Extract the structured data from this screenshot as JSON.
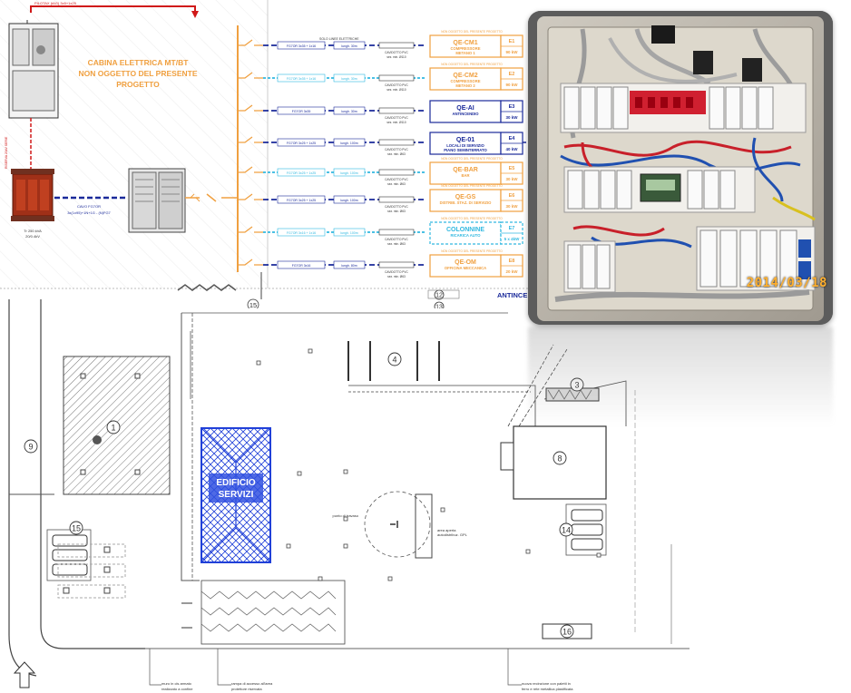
{
  "schema": {
    "top_line": "PILOTAX (tAG) 3x5+1x25",
    "cabin_title": [
      "CABINA ELETTRICA MT/BT",
      "NON OGGETTO DEL PRESENTE",
      "PROGETTO"
    ],
    "header_note": "SOLO LINEE ELETTRICHE",
    "transformer_label": [
      "Tr 250 kVA",
      "20/0.4kV"
    ],
    "riser_label": "RISERVA 20kV SERIE",
    "main_cable": [
      "CAVO FG7OR",
      "3x(1x95)+1N+1G - (N)FG7"
    ],
    "lines": [
      {
        "cable": "FG7OR 3x35 + 1x16",
        "length": "lungh. 30m",
        "conduit": [
          "CAVIDOTTO PVC",
          "sez. min. Ø110"
        ],
        "note": "NON OGGETTO DEL PRESENTE PROGETTO",
        "code": "QE-CM1",
        "desc1": "COMPRESSORE",
        "desc2": "METANO 1",
        "e": "E1",
        "kw": "90 kW",
        "style": "solid"
      },
      {
        "cable": "FG7OR 3x35 + 1x16",
        "length": "lungh. 30m",
        "conduit": [
          "CAVIDOTTO PVC",
          "sez. min. Ø110"
        ],
        "note": "NON OGGETTO DEL PRESENTE PROGETTO",
        "code": "QE-CM2",
        "desc1": "COMPRESSORE",
        "desc2": "METANO 2",
        "e": "E2",
        "kw": "90 kW",
        "style": "dashed"
      },
      {
        "cable": "FG7OR 3x35",
        "length": "lungh. 30m",
        "conduit": [
          "CAVIDOTTO PVC",
          "sez. min. Ø110"
        ],
        "note": "",
        "code": "QE-AI",
        "desc1": "ANTINCENDIO",
        "desc2": "",
        "e": "E3",
        "kw": "30 kW",
        "style": "solid"
      },
      {
        "cable": "FG7OR 3x25 + 1x25",
        "length": "lungh. 100m",
        "conduit": [
          "CAVIDOTTO PVC",
          "sez. min. Ø63"
        ],
        "note": "",
        "code": "QE-01",
        "desc1": "LOCALI DI SERVIZIO",
        "desc2": "PIANO SEMINTERRATO",
        "e": "E4",
        "kw": "40 kW",
        "style": "solid"
      },
      {
        "cable": "FG7OR 3x25 + 1x25",
        "length": "lungh. 100m",
        "conduit": [
          "CAVIDOTTO PVC",
          "sez. min. Ø63"
        ],
        "note": "NON OGGETTO DEL PRESENTE PROGETTO",
        "code": "QE-BAR",
        "desc1": "BAR",
        "desc2": "",
        "e": "E5",
        "kw": "30 kW",
        "style": "dashed"
      },
      {
        "cable": "FG7OR 3x25 + 1x25",
        "length": "lungh. 100m",
        "conduit": [
          "CAVIDOTTO PVC",
          "sez. min. Ø63"
        ],
        "note": "NON OGGETTO DEL PRESENTE PROGETTO",
        "code": "QE-GS",
        "desc1": "DISTRIB. STAZ. DI SERVIZIO",
        "desc2": "",
        "e": "E6",
        "kw": "30 kW",
        "style": "solid"
      },
      {
        "cable": "FG7OR 3x16 + 1x16",
        "length": "lungh. 100m",
        "conduit": [
          "CAVIDOTTO PVC",
          "sez. min. Ø63"
        ],
        "note": "NON OGGETTO DEL PRESENTE PROGETTO",
        "code": "COLONNINE",
        "desc1": "RICARICA AUTO",
        "desc2": "",
        "e": "E7",
        "kw": "5 x 4kW",
        "style": "cyan"
      },
      {
        "cable": "FG7OR 3x16",
        "length": "lungh. 80m",
        "conduit": [
          "CAVIDOTTO PVC",
          "sez. min. Ø63"
        ],
        "note": "NON OGGETTO DEL PRESENTE PROGETTO",
        "code": "QE-OM",
        "desc1": "OFFICINA MECCANICA",
        "desc2": "",
        "e": "E8",
        "kw": "20 kW",
        "style": "solid"
      }
    ],
    "bottom_badges": [
      "12",
      "13"
    ],
    "antinc_label": "ANTINCE"
  },
  "photo": {
    "date": "2014/03/18"
  },
  "plan": {
    "building_label": [
      "EDIFICIO",
      "SERVIZI"
    ],
    "markers": [
      "1",
      "3",
      "4",
      "8",
      "9",
      "14",
      "15",
      "16"
    ],
    "schema_marker": "15",
    "tank_label": [
      "area aperta",
      "autodistribuz. GPL"
    ],
    "pit_label": "punto di travaso",
    "bottom_notes": [
      [
        "muro in cls armato",
        "realizzato a confine"
      ],
      [
        "rampa di accesso all'area",
        "protettore riservata"
      ],
      [
        "nuova recinzione con paletti in",
        "ferro e rete metallica plastificata"
      ]
    ]
  },
  "colors": {
    "orange": "#f0a040",
    "navy": "#1a2a9a",
    "cyan": "#30b8e0",
    "red": "#d01818",
    "building": "#3050e0",
    "date": "#ffb030"
  }
}
